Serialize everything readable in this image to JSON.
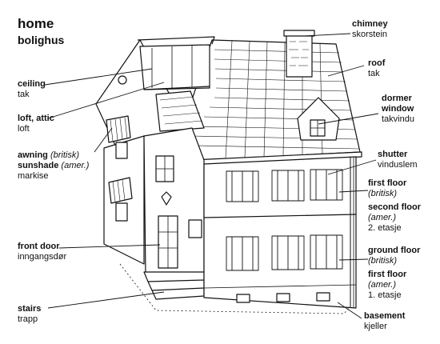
{
  "title": {
    "en": "home",
    "no": "bolighus"
  },
  "labels": {
    "ceiling": {
      "en": "ceiling",
      "no": "tak"
    },
    "loft": {
      "en": "loft, attic",
      "no": "loft"
    },
    "awning": {
      "en": "awning",
      "en_note": "(britisk)",
      "en2": "sunshade",
      "en2_note": "(amer.)",
      "no": "markise"
    },
    "front_door": {
      "en": "front door",
      "no": "inngangsdør"
    },
    "stairs": {
      "en": "stairs",
      "no": "trapp"
    },
    "chimney": {
      "en": "chimney",
      "no": "skorstein"
    },
    "roof": {
      "en": "roof",
      "no": "tak"
    },
    "dormer": {
      "en": "dormer",
      "en2": "window",
      "no": "takvindu"
    },
    "shutter": {
      "en": "shutter",
      "no": "vinduslem"
    },
    "first_floor_uk": {
      "en": "first floor",
      "note": "(britisk)"
    },
    "second_floor_us": {
      "en": "second floor",
      "note": "(amer.)",
      "no": "2. etasje"
    },
    "ground_floor_uk": {
      "en": "ground floor",
      "note": "(britisk)"
    },
    "first_floor_us": {
      "en": "first floor",
      "note": "(amer.)",
      "no": "1. etasje"
    },
    "basement": {
      "en": "basement",
      "no": "kjeller"
    }
  }
}
